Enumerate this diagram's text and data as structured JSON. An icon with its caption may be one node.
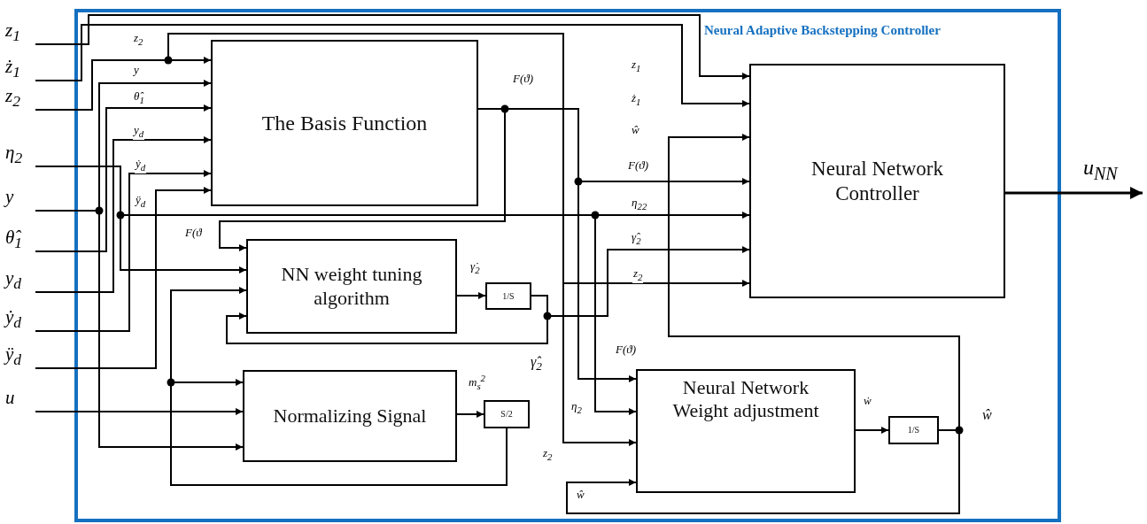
{
  "diagram": {
    "nodes": [
      {
        "text": [
          "Neural Adaptive Backstepping Controller"
        ]
      },
      {
        "text": [
          "The Basis Function"
        ],
        "in": 0
      },
      {
        "text": [
          "NN weight tuning algorithm"
        ],
        "in": 0
      },
      {
        "text": [
          "Normalizing Signal"
        ],
        "in": 0
      },
      {
        "text": [
          "1/S"
        ],
        "in": 0
      },
      {
        "text": [
          "S/2"
        ],
        "in": 0
      },
      {
        "text": [
          "Neural Network Controller"
        ],
        "in": 0
      },
      {
        "text": [
          "Neural Network Weight adjustment"
        ],
        "in": 0
      },
      {
        "text": [
          "1/S"
        ],
        "in": 0
      },
      {
        "text": [
          "z$_{1}$"
        ]
      },
      {
        "text": [
          "ż$_{1}$"
        ]
      },
      {
        "text": [
          "z$_{2}$"
        ]
      },
      {
        "text": [
          "η$_{2}$"
        ]
      },
      {
        "text": [
          "y"
        ]
      },
      {
        "text": [
          "θ̂$_{1}$"
        ]
      },
      {
        "text": [
          "y$_{d}$"
        ]
      },
      {
        "text": [
          "ẏ$_{d}$"
        ]
      },
      {
        "text": [
          "ÿ$_{d}$"
        ]
      },
      {
        "text": [
          "u"
        ]
      }
    ],
    "edges": [
      {
        "from": 9,
        "to": 6,
        "arrow": "to",
        "label": "z$_{1}$"
      },
      {
        "from": 10,
        "to": 6,
        "arrow": "to",
        "label": "ż$_{1}$"
      },
      {
        "from": 11,
        "to": 1,
        "arrow": "to",
        "label": "z$_{2}$"
      },
      {
        "from": 11,
        "to": 6,
        "arrow": "to",
        "label": "z$_{2}$"
      },
      {
        "from": 11,
        "to": 7,
        "arrow": "to",
        "label": "z$_{2}$"
      },
      {
        "from": 12,
        "to": 2,
        "arrow": "to"
      },
      {
        "from": 12,
        "to": 6,
        "arrow": "to",
        "label": "η$_{2}$$_{2}$"
      },
      {
        "from": 12,
        "to": 7,
        "arrow": "to",
        "label": "η$_{2}$"
      },
      {
        "from": 13,
        "to": 1,
        "arrow": "to",
        "label": "y"
      },
      {
        "from": 13,
        "to": 3,
        "arrow": "to"
      },
      {
        "from": 14,
        "to": 1,
        "arrow": "to",
        "label": "θ̂$_{1}$"
      },
      {
        "from": 15,
        "to": 1,
        "arrow": "to",
        "label": "y$_{d}$"
      },
      {
        "from": 16,
        "to": 1,
        "arrow": "to",
        "label": "ẏ$_{d}$"
      },
      {
        "from": 17,
        "to": 1,
        "arrow": "to",
        "label": "ÿ$_{d}$"
      },
      {
        "from": 18,
        "to": 3,
        "arrow": "to"
      },
      {
        "from": 1,
        "to": 2,
        "arrow": "to",
        "label": "F(ϑ"
      },
      {
        "from": 1,
        "to": 6,
        "arrow": "to",
        "label": "F(ϑ)"
      },
      {
        "from": 1,
        "to": 7,
        "arrow": "to",
        "label": "F(ϑ)"
      },
      {
        "from": 2,
        "to": 4,
        "arrow": "to",
        "label": "γ̇$_{2}$"
      },
      {
        "from": 4,
        "to": 6,
        "arrow": "to",
        "label": "γ̂$_{2}$"
      },
      {
        "from": 4,
        "to": 2,
        "arrow": "to"
      },
      {
        "from": 3,
        "to": 5,
        "arrow": "to",
        "label": "m$_{s}$$^{2}$"
      },
      {
        "from": 5,
        "to": 2,
        "arrow": "to"
      },
      {
        "from": 5,
        "to": 3,
        "arrow": "to"
      },
      {
        "from": 7,
        "to": 8,
        "arrow": "to",
        "label": "ẇ"
      },
      {
        "from": 8,
        "to": 6,
        "arrow": "to",
        "label": "ŵ"
      },
      {
        "from": 8,
        "to": 7,
        "arrow": "to",
        "label": "ŵ"
      },
      {
        "from": 6,
        "to": null,
        "arrow": "to",
        "label": "u$_{NN}$"
      }
    ],
    "labels": [
      "F(ϑ)",
      "γ̂$_{2}$",
      "ŵ"
    ]
  }
}
